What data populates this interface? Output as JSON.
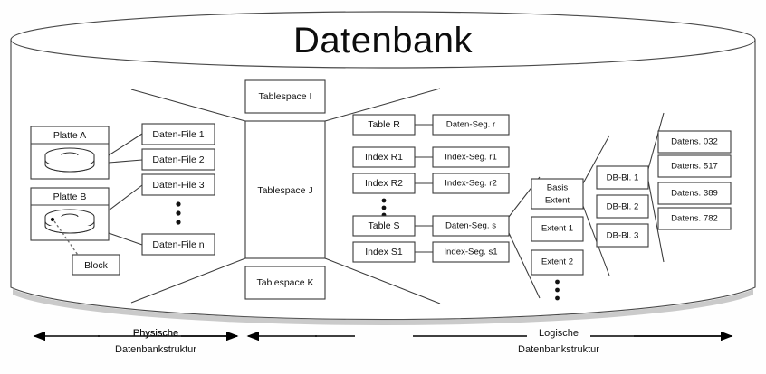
{
  "title": "Datenbank",
  "physical": {
    "disks": [
      {
        "name": "disk-platte-a",
        "label": "Platte A"
      },
      {
        "name": "disk-platte-b",
        "label": "Platte B"
      }
    ],
    "block_label": "Block",
    "data_files": [
      "Daten-File 1",
      "Daten-File 2",
      "Daten-File 3",
      "Daten-File n"
    ],
    "data_files_ellipsis": true
  },
  "tablespaces": [
    "Tablespace I",
    "Tablespace J",
    "Tablespace K"
  ],
  "logical": {
    "objects": [
      "Table R",
      "Index R1",
      "Index R2",
      "Table S",
      "Index S1"
    ],
    "objects_ellipsis_after": 3,
    "segments": [
      "Daten-Seg. r",
      "Index-Seg. r1",
      "Index-Seg. r2",
      "Daten-Seg. s",
      "Index-Seg. s1"
    ],
    "extents": [
      "Basis Extent",
      "Extent 1",
      "Extent 2"
    ],
    "extents_ellipsis": true,
    "blocks": [
      "DB-Bl. 1",
      "DB-Bl. 2",
      "DB-Bl. 3"
    ],
    "records": [
      "Datens. 032",
      "Datens. 517",
      "Datens. 389",
      "Datens. 782"
    ]
  },
  "legend": {
    "physical_line1": "Physische",
    "physical_line2": "Datenbankstruktur",
    "logical_line1": "Logische",
    "logical_line2": "Datenbankstruktur"
  },
  "colors": {
    "stroke": "#3a3a3a",
    "background": "#fefefe",
    "text": "#111111",
    "shadow": "#9a9a9a"
  }
}
